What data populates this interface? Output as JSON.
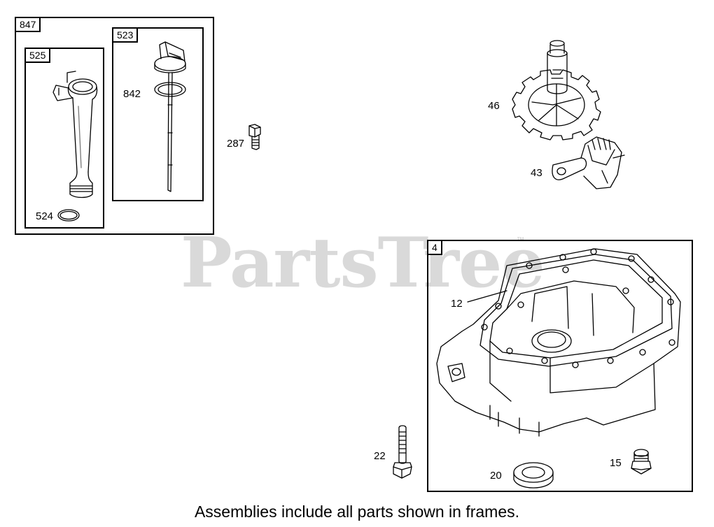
{
  "watermark": {
    "text": "PartsTree",
    "trademark": "™"
  },
  "frames": {
    "f847": {
      "label": "847"
    },
    "f525": {
      "label": "525"
    },
    "f523": {
      "label": "523"
    },
    "f4": {
      "label": "4"
    }
  },
  "callouts": {
    "c524": "524",
    "c842": "842",
    "c287": "287",
    "c46": "46",
    "c43": "43",
    "c12": "12",
    "c22": "22",
    "c20": "20",
    "c15": "15"
  },
  "caption": "Assemblies include all parts shown in frames."
}
